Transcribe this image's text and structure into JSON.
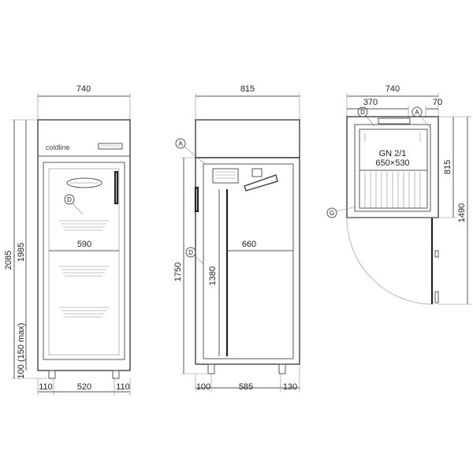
{
  "front_view": {
    "brand": "coldline",
    "width_total": "740",
    "height_total": "2085",
    "height_body": "1985",
    "foot_height": "100 (150 max)",
    "shelf_width": "590",
    "side_left": "110",
    "inner_width": "520",
    "side_right": "110",
    "callout_d": "D"
  },
  "side_view": {
    "depth_total": "815",
    "interior_depth": "660",
    "height_body": "1750",
    "interior_height": "1380",
    "dim_left": "100",
    "dim_middle": "585",
    "dim_right": "130",
    "callout_a": "A",
    "callout_d": "D"
  },
  "top_view": {
    "width_total": "740",
    "dim_left": "370",
    "dim_right": "70",
    "depth": "815",
    "door_swing": "1490",
    "gn_label": "GN 2/1",
    "gn_size": "650×530",
    "callout_d": "D",
    "callout_a": "A",
    "callout_g": "G"
  },
  "colors": {
    "line": "#555555",
    "text": "#222222",
    "background": "#ffffff"
  }
}
